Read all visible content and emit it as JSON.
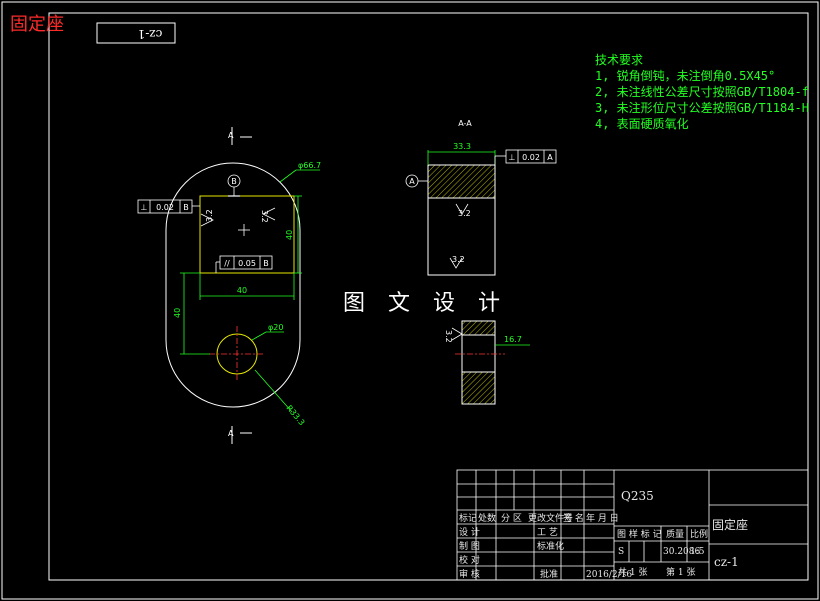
{
  "corner_title": "固定座",
  "drawing_code_box": "cz-1",
  "tech_requirements": {
    "heading": "技术要求",
    "items": [
      "1, 锐角倒钝，未注倒角0.5X45°",
      "2, 未注线性公差尺寸按照GB/T1804-f",
      "3, 未注形位尺寸公差按照GB/T1184-H",
      "4, 表面硬质氧化"
    ]
  },
  "watermark": "图 文 设 计",
  "views": {
    "section_label": "A-A",
    "section_marker_top": "A",
    "section_marker_bottom": "A",
    "datum_b": "B",
    "datum_a": "A"
  },
  "dimensions": {
    "outer_dia": "φ66.7",
    "square_w": "40",
    "square_h": "40",
    "hole_offset": "40",
    "hole_dia": "φ20",
    "radius": "R33.3",
    "section_w": "33.3",
    "lower_w": "16.7",
    "roughness_1": "3.2",
    "roughness_2": "3.2",
    "roughness_3": "3.2",
    "roughness_4": "3.2",
    "roughness_5": "3.2"
  },
  "tolerances": {
    "perp_b": {
      "symbol": "⊥",
      "value": "0.02",
      "datum": "B"
    },
    "par_b": {
      "symbol": "//",
      "value": "0.05",
      "datum": "B"
    },
    "perp_a": {
      "symbol": "⊥",
      "value": "0.02",
      "datum": "A"
    }
  },
  "title_block": {
    "material": "Q235",
    "part_name": "固定座",
    "drawing_no": "cz-1",
    "row_labels": [
      "标记",
      "处数",
      "分 区",
      "更改文件号",
      "签 名",
      "年 月 日"
    ],
    "left_labels": [
      "设 计",
      "制 图",
      "校 对",
      "审 核"
    ],
    "process_label": "工 艺",
    "standard_label": "标准化",
    "approve_label": "批准",
    "stage_headers": [
      "图 样 标 记",
      "质量",
      "比例"
    ],
    "stage_mark": "S",
    "weight": "30.2086",
    "scale": "1:5",
    "date": "2016/2/16",
    "sheets_total": "共 1 张",
    "sheet_no": "第 1 张"
  }
}
